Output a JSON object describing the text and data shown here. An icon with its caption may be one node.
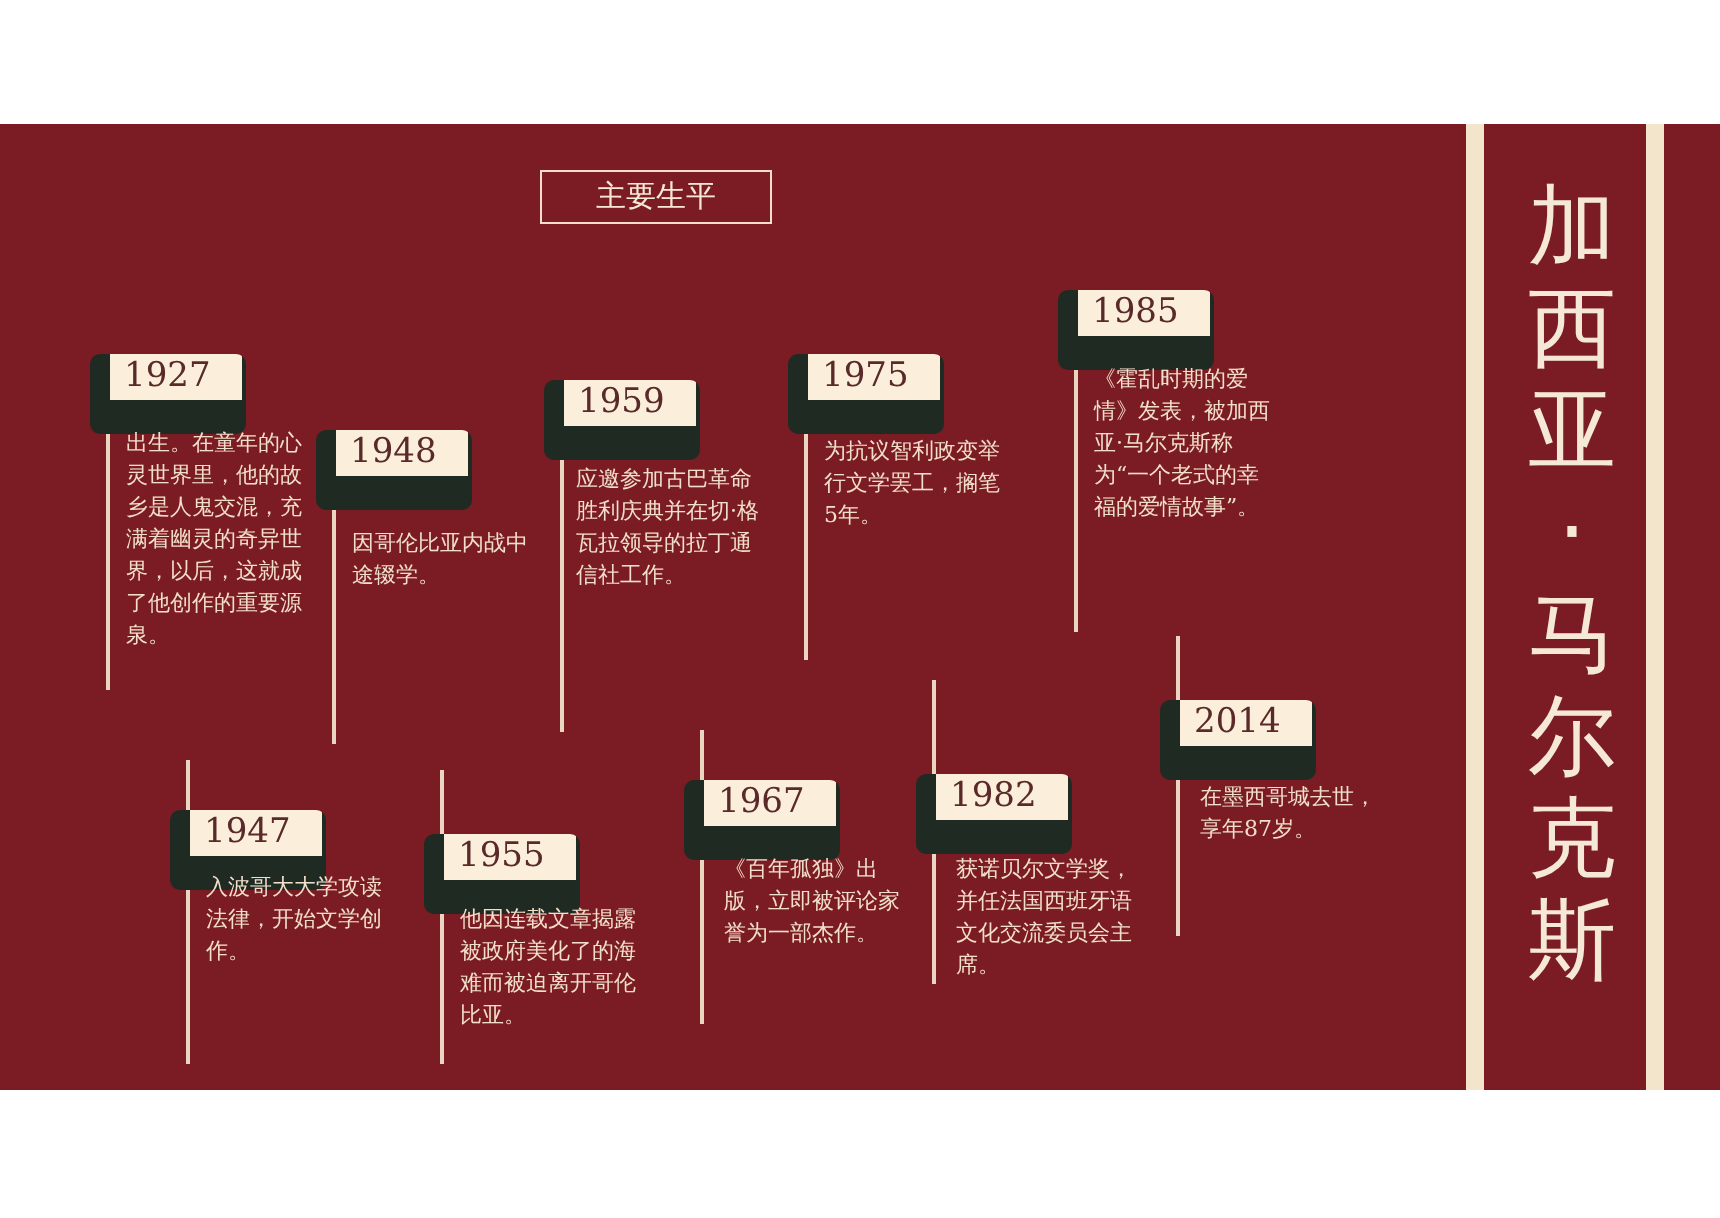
{
  "diagram": {
    "title": "加西亚·马尔克斯",
    "nodes": [
      {
        "text": [
          "主要生平"
        ]
      },
      {
        "text": [
          "1927"
        ],
        "beside": [
          "出生。在童年的心灵世界里，他的故乡是人鬼交混，充满着幽灵的奇异世界，以后，这就成了他创作的重要源泉。"
        ]
      },
      {
        "text": [
          "1948"
        ],
        "beside": [
          "因哥伦比亚内战中途辍学。"
        ]
      },
      {
        "text": [
          "1959"
        ],
        "beside": [
          "应邀参加古巴革命胜利庆典并在切·格瓦拉领导的拉丁通信社工作。"
        ]
      },
      {
        "text": [
          "1975"
        ],
        "beside": [
          "为抗议智利政变举行文学罢工，搁笔5年。"
        ]
      },
      {
        "text": [
          "1985"
        ],
        "beside": [
          "《霍乱时期的爱情》发表，被加西亚·马尔克斯称为“一个老式的幸福的爱情故事”。"
        ]
      },
      {
        "text": [
          "1947"
        ],
        "beside": [
          "入波哥大大学攻读法律，开始文学创作。"
        ]
      },
      {
        "text": [
          "1955"
        ],
        "beside": [
          "他因连载文章揭露被政府美化了的海难而被迫离开哥伦比亚。"
        ]
      },
      {
        "text": [
          "1967"
        ],
        "beside": [
          "《百年孤独》出版，立即被评论家誉为一部杰作。"
        ]
      },
      {
        "text": [
          "1982"
        ],
        "beside": [
          "获诺贝尔文学奖，并任法国西班牙语文化交流委员会主席。"
        ]
      },
      {
        "text": [
          "2014"
        ],
        "beside": [
          "在墨西哥城去世，享年87岁。"
        ]
      }
    ]
  }
}
